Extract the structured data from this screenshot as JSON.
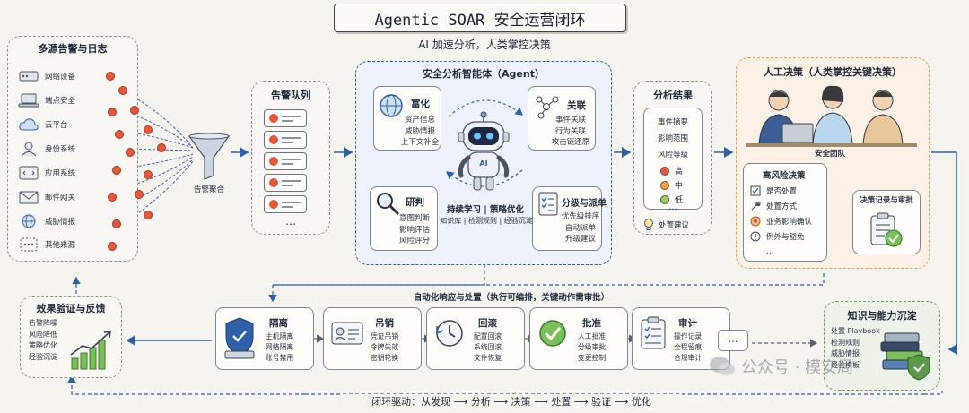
{
  "title": "Agentic SOAR 安全运营闭环",
  "subtitle": "AI 加速分析，人类掌控决策",
  "sources": {
    "title": "多源告警与日志",
    "items": [
      "网络设备",
      "端点安全",
      "云平台",
      "身份系统",
      "应用系统",
      "邮件网关",
      "威胁情报",
      "其他来源"
    ]
  },
  "aggregation": {
    "label": "告警聚合"
  },
  "queue": {
    "title": "告警队列",
    "more": "…"
  },
  "agent": {
    "title": "安全分析智能体（Agent）",
    "robot_label": "AI",
    "enrich": {
      "title": "富化",
      "lines": [
        "资产信息",
        "威胁情报",
        "上下文补全"
      ]
    },
    "correlate": {
      "title": "关联",
      "lines": [
        "事件关联",
        "行为关联",
        "攻击链还原"
      ]
    },
    "judge": {
      "title": "研判",
      "lines": [
        "意图判断",
        "影响评估",
        "风险评分"
      ]
    },
    "triage": {
      "title": "分级与派单",
      "lines": [
        "优先级排序",
        "自动派单",
        "升级建议"
      ]
    },
    "learning": {
      "title": "持续学习 | 策略优化",
      "sub": "知识库 | 检测规则 | 经验沉淀"
    }
  },
  "results": {
    "title": "分析结果",
    "items": [
      "事件摘要",
      "影响范围",
      "风险等级"
    ],
    "levels": [
      "高",
      "中",
      "低"
    ],
    "more": "…",
    "advice": "处置建议"
  },
  "human": {
    "title": "人工决策（人类掌控关键决策）",
    "team": "安全团队",
    "high_risk": {
      "title": "高风险决策",
      "items": [
        "是否处置",
        "处置方式",
        "业务影响确认",
        "例外与豁免",
        "…"
      ]
    },
    "record": "决策记录与审批"
  },
  "automation": {
    "title": "自动化响应与处置（执行可编排，关键动作需审批）",
    "actions": [
      {
        "title": "隔离",
        "lines": [
          "主机隔离",
          "网络隔离",
          "账号禁用"
        ]
      },
      {
        "title": "吊销",
        "lines": [
          "凭证吊销",
          "令牌失效",
          "密钥轮换"
        ]
      },
      {
        "title": "回滚",
        "lines": [
          "配置回滚",
          "系统回滚",
          "文件恢复"
        ]
      },
      {
        "title": "批准",
        "lines": [
          "人工批准",
          "分级审批",
          "变更控制"
        ]
      },
      {
        "title": "审计",
        "lines": [
          "操作记录",
          "全程留痕",
          "合规审计"
        ]
      }
    ],
    "more": "…"
  },
  "feedback": {
    "title": "效果验证与反馈",
    "lines": [
      "告警降噪",
      "风险降低",
      "策略优化",
      "经验沉淀"
    ]
  },
  "knowledge": {
    "title": "知识与能力沉淀",
    "lines": [
      "处置 Playbook",
      "检测规则",
      "威胁情报",
      "经验模板"
    ]
  },
  "loop": {
    "text": "闭环驱动：从发现 ⟶ 分析 ⟶ 决策 ⟶ 处置 ⟶ 验证 ⟶ 优化"
  },
  "watermark": {
    "text": "公众号 · 模安局"
  },
  "colors": {
    "accent_blue": "#2f5fa8",
    "accent_orange": "#e89a55",
    "alert_red": "#e8573b",
    "green": "#5a9a4a"
  }
}
